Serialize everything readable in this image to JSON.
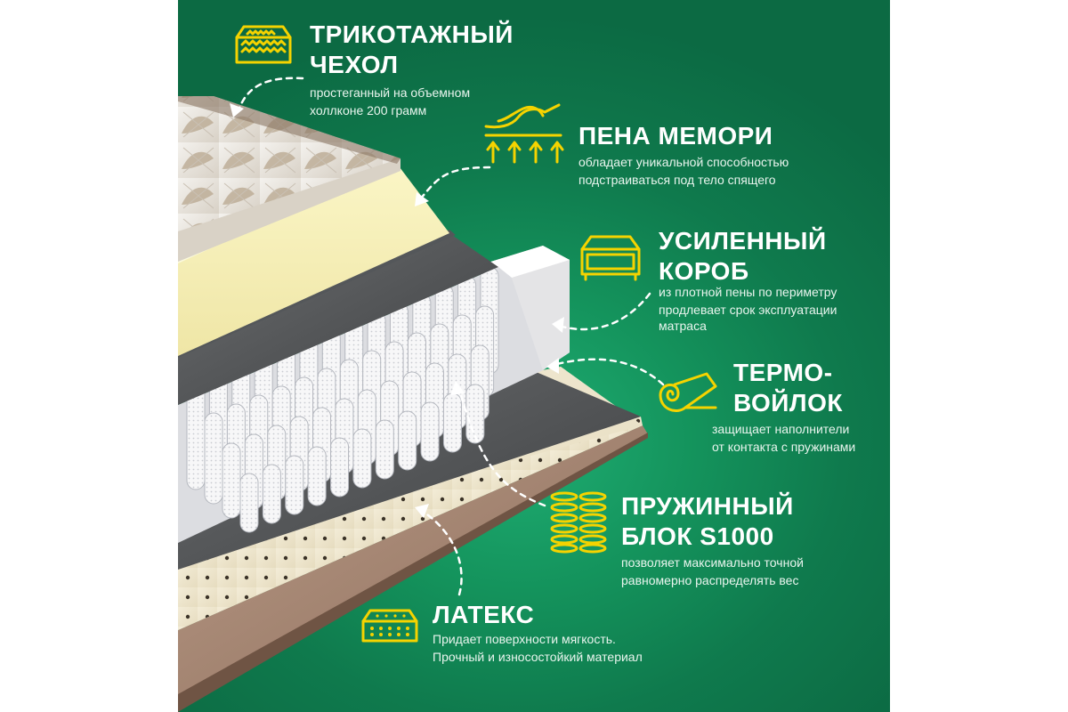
{
  "accent_color": "#f5d300",
  "background_color": "#118156",
  "features": [
    {
      "id": "cover",
      "icon": "knit-cover-icon",
      "title_line1": "ТРИКОТАЖНЫЙ",
      "title_line2": "ЧЕХОЛ",
      "desc_line1": "простеганный на объемном",
      "desc_line2": "холлконе 200 грамм"
    },
    {
      "id": "memory",
      "icon": "memory-foam-icon",
      "title_line1": "ПЕНА МЕМОРИ",
      "desc_line1": "обладает уникальной способностью",
      "desc_line2": "подстраиваться под тело спящего"
    },
    {
      "id": "frame",
      "icon": "reinforced-frame-icon",
      "title_line1": "УСИЛЕННЫЙ",
      "title_line2": "КОРОБ",
      "desc_line1": "из плотной пены по периметру",
      "desc_line2": "продлевает срок эксплуатации",
      "desc_line3": "матраса"
    },
    {
      "id": "felt",
      "icon": "felt-roll-icon",
      "title_line1": "ТЕРМО-",
      "title_line2": "ВОЙЛОК",
      "desc_line1": "защищает наполнители",
      "desc_line2": "от контакта с пружинами"
    },
    {
      "id": "springs",
      "icon": "spring-block-icon",
      "title_line1": "ПРУЖИННЫЙ",
      "title_line2": "БЛОК S1000",
      "desc_line1": "позволяет максимально точной",
      "desc_line2": "равномерно распределять вес"
    },
    {
      "id": "latex",
      "icon": "latex-icon",
      "title_line1": "ЛАТЕКС",
      "desc_line1": "Придает поверхности мягкость.",
      "desc_line2": "Прочный и износостойкий материал"
    }
  ]
}
